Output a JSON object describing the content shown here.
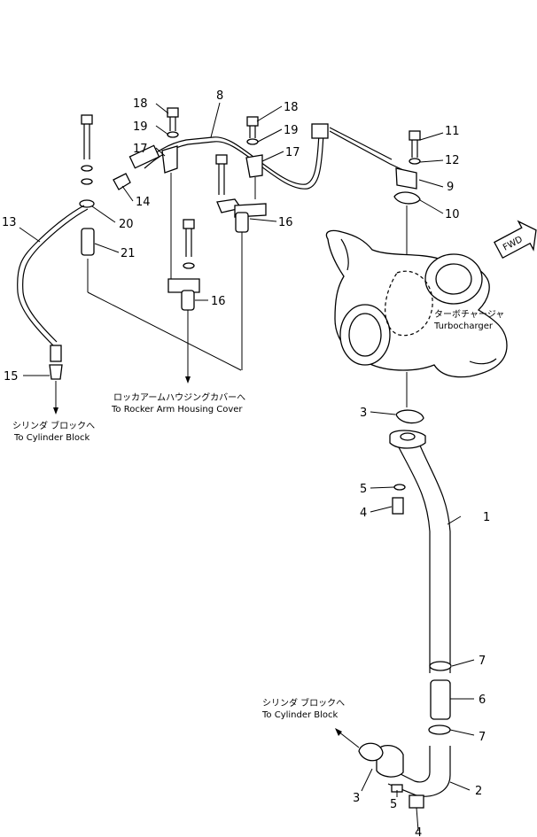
{
  "callouts": [
    "1",
    "2",
    "3",
    "3",
    "4",
    "4",
    "5",
    "5",
    "6",
    "7",
    "7",
    "8",
    "9",
    "10",
    "11",
    "12",
    "13",
    "14",
    "15",
    "16",
    "16",
    "17",
    "17",
    "18",
    "18",
    "19",
    "19",
    "20",
    "21"
  ],
  "captions": {
    "to_cylinder_block_jp": "シリンダ ブロックへ",
    "to_cylinder_block_en": "To Cylinder Block",
    "to_rocker_jp": "ロッカアームハウジングカバーへ",
    "to_rocker_en": "To Rocker Arm Housing Cover",
    "turbo_jp": "ターボチャージャ",
    "turbo_en": "Turbocharger",
    "fwd": "FWD"
  }
}
